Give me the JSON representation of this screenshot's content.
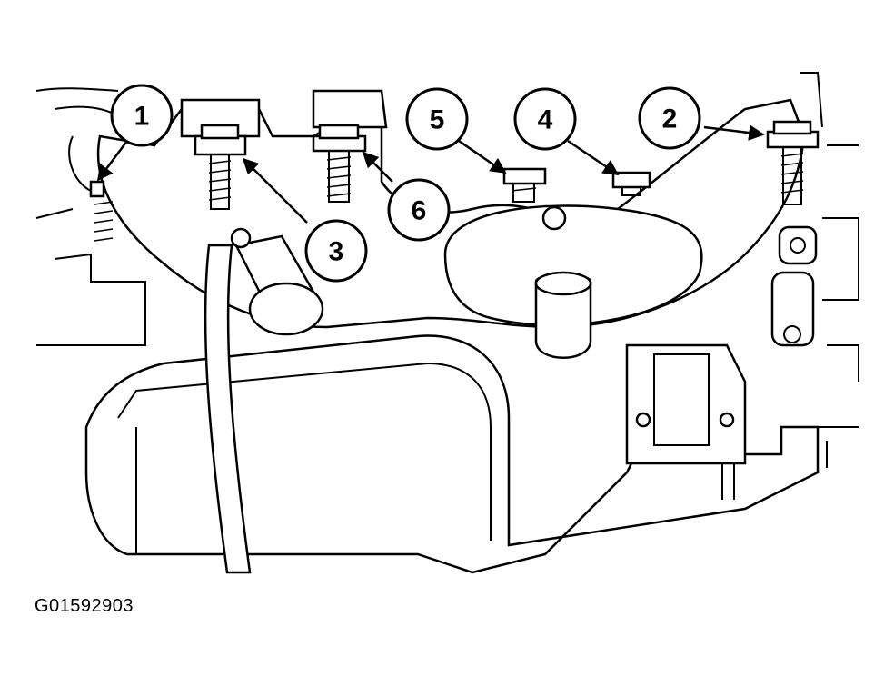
{
  "figure": {
    "code": "G01592903"
  },
  "callouts": [
    {
      "id": "c1",
      "label": "1"
    },
    {
      "id": "c2",
      "label": "2"
    },
    {
      "id": "c3",
      "label": "3"
    },
    {
      "id": "c4",
      "label": "4"
    },
    {
      "id": "c5",
      "label": "5"
    },
    {
      "id": "c6",
      "label": "6"
    }
  ],
  "colors": {
    "ink": "#000000",
    "paper": "#ffffff"
  }
}
